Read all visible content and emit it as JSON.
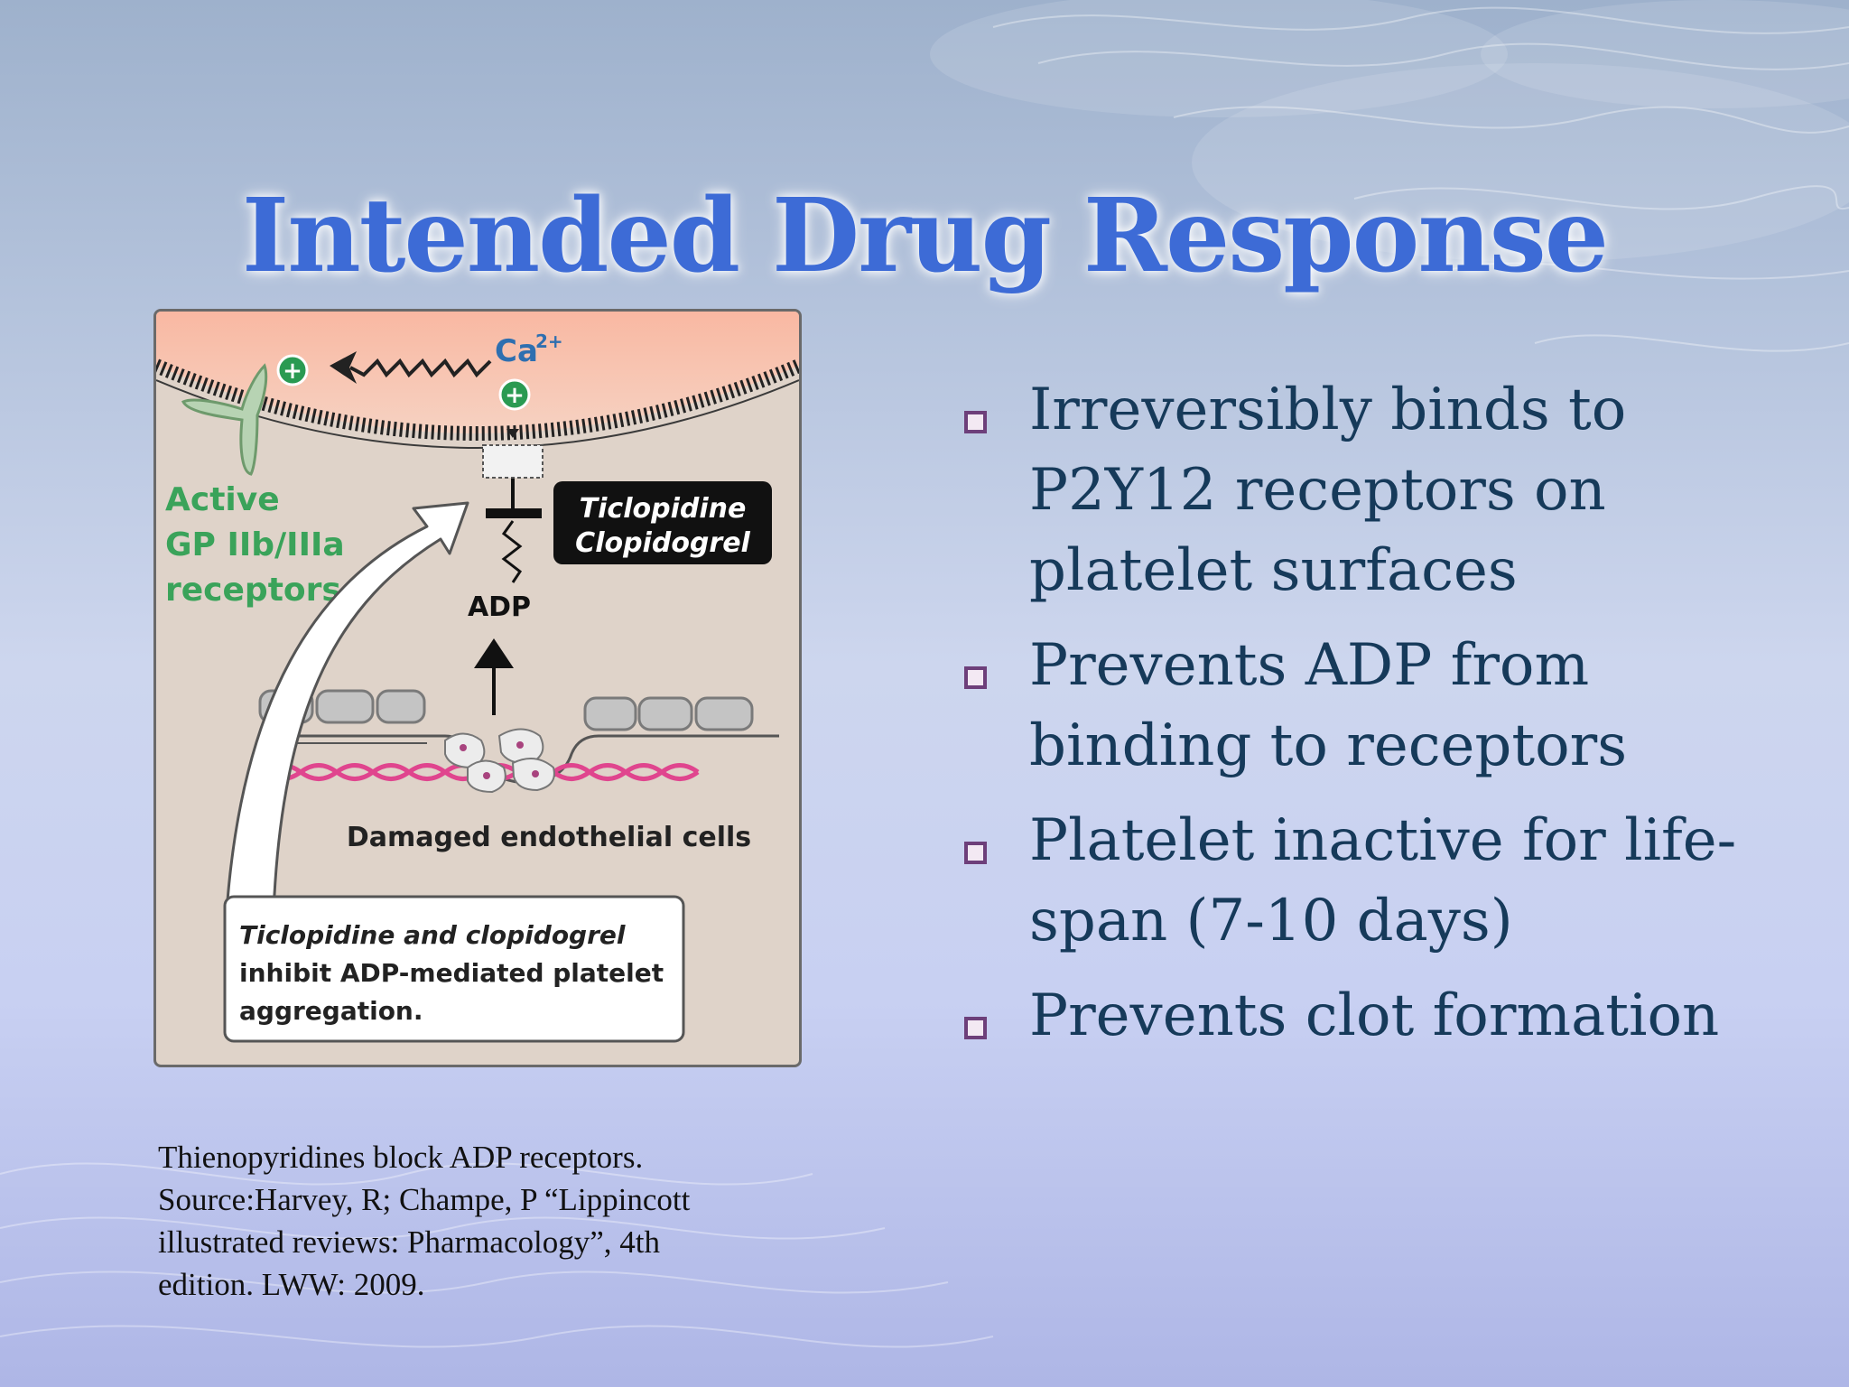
{
  "slide": {
    "title": "Intended Drug Response",
    "bullets": [
      {
        "lines": [
          "Irreversibly binds to",
          "P2Y12 receptors on",
          "platelet surfaces"
        ]
      },
      {
        "lines": [
          "Prevents ADP from",
          "binding to receptors"
        ]
      },
      {
        "lines": [
          "Platelet inactive for life-",
          "span (7-10 days)"
        ]
      },
      {
        "lines": [
          "Prevents clot formation"
        ]
      }
    ],
    "caption": {
      "lines": [
        "Thienopyridines block ADP receptors.",
        "Source:Harvey, R; Champe, P “Lippincott",
        "illustrated reviews: Pharmacology”, 4th",
        "edition. LWW: 2009."
      ]
    }
  },
  "figure": {
    "ion_label": "Ca",
    "ion_charge": "2+",
    "plus_sign": "+",
    "active_receptors_lines": [
      "Active",
      "GP IIb/IIIa",
      "receptors"
    ],
    "drug_box_lines": [
      "Ticlopidine",
      "Clopidogrel"
    ],
    "adp_label": "ADP",
    "damaged_label": "Damaged endothelial cells",
    "callout_line1": "Ticlopidine and clopidogrel",
    "callout_line2": "inhibit ADP-mediated platelet",
    "callout_line3": "aggregation."
  },
  "colors": {
    "title": "#3d6bd6",
    "body_text": "#163a5a",
    "bullet_marker": "#6d3f7a",
    "receptor_green": "#3aa35a",
    "membrane_pink": "#f6a994",
    "figure_bg": "#dfd3c9"
  }
}
